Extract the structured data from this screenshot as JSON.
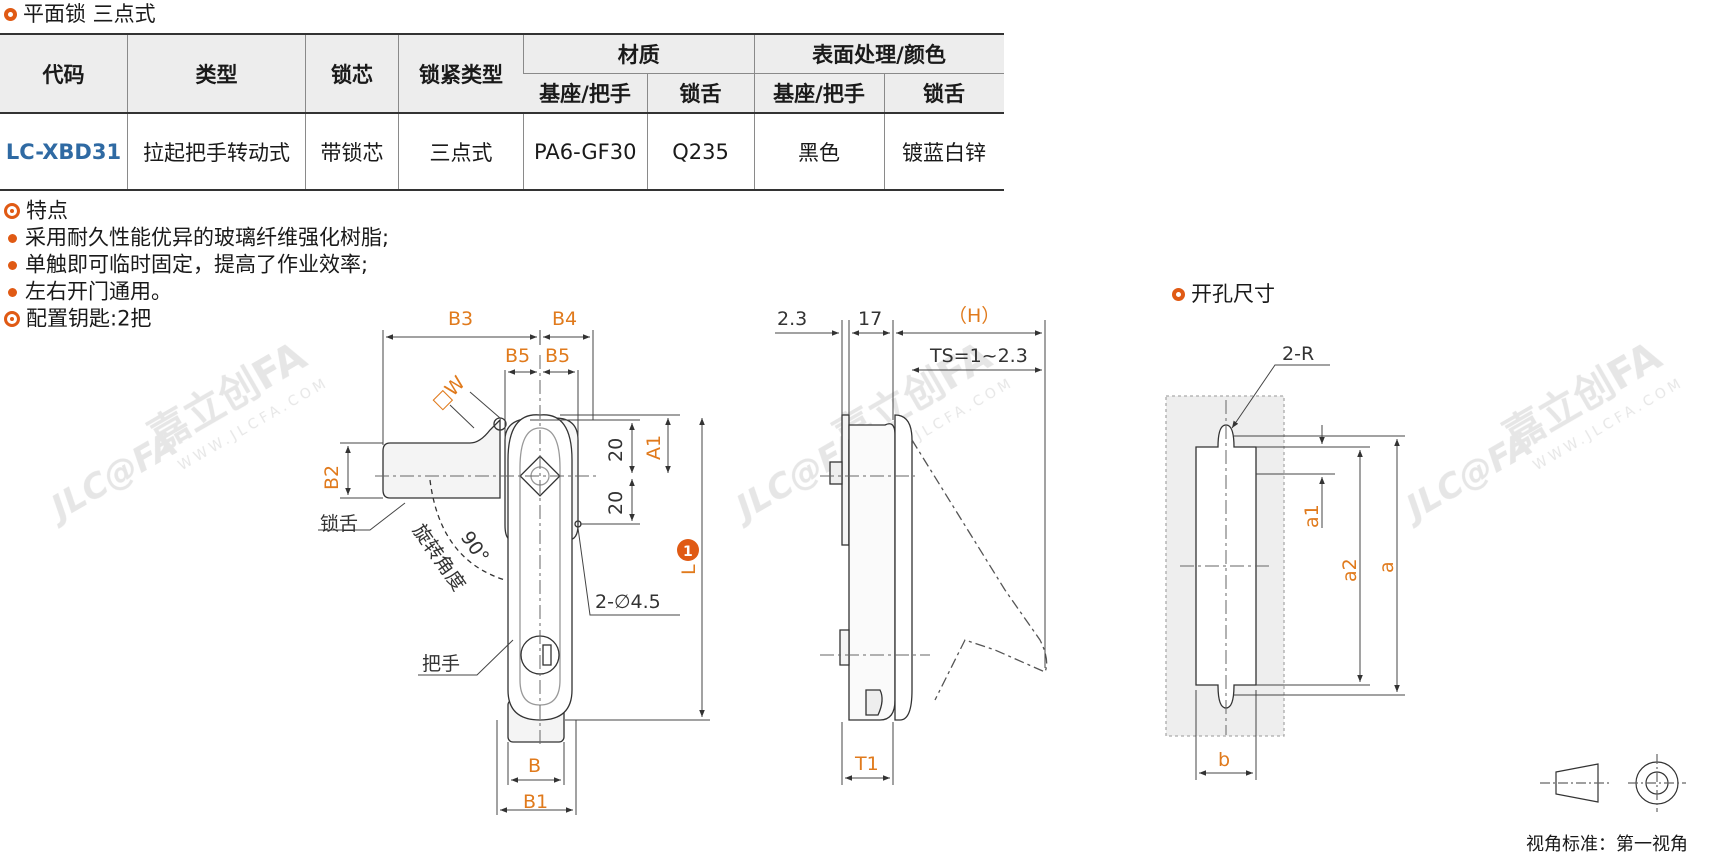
{
  "title": "平面锁 三点式",
  "table": {
    "headers": {
      "code": "代码",
      "type": "类型",
      "core": "锁芯",
      "lock_type": "锁紧类型",
      "material": "材质",
      "surface": "表面处理/颜色",
      "base_handle": "基座/把手",
      "tongue": "锁舌"
    },
    "row": {
      "code": "LC-XBD31",
      "type": "拉起把手转动式",
      "core": "带锁芯",
      "lock_type": "三点式",
      "material_base": "PA6-GF30",
      "material_tongue": "Q235",
      "surface_base": "黑色",
      "surface_tongue": "镀蓝白锌"
    }
  },
  "features": {
    "heading": "特点",
    "items": [
      "采用耐久性能优异的玻璃纤维强化树脂;",
      "单触即可临时固定，提高了作业效率;",
      "左右开门通用。"
    ],
    "keys": "配置钥匙:2把"
  },
  "hole_title": "开孔尺寸",
  "view_standard": "视角标准：第一视角",
  "drawing": {
    "front": {
      "b3": "B3",
      "b4": "B4",
      "b5a": "B5",
      "b5b": "B5",
      "w": "□W",
      "a1": "A1",
      "dim20a": "20",
      "dim20b": "20",
      "b2": "B2",
      "tongue": "锁舌",
      "angle": "90°",
      "rotation": "旋转角度",
      "holes": "2-∅4.5",
      "l": "L",
      "l_note": "1",
      "handle": "把手",
      "b": "B",
      "b1": "B1"
    },
    "side": {
      "d23": "2.3",
      "d17": "17",
      "h": "（H）",
      "ts": "TS=1~2.3",
      "t1": "T1"
    },
    "hole": {
      "r": "2-R",
      "a1": "a1",
      "a2": "a2",
      "a": "a",
      "b": "b"
    }
  },
  "watermark": {
    "brand": "JLC@FA",
    "cn": "嘉立创FA",
    "url": "WWW.JLCFA.COM"
  },
  "colors": {
    "accent": "#e05a14",
    "code_blue": "#2f6aa3",
    "header_bg": "#ededed",
    "dim_orange": "#e07a1c"
  }
}
